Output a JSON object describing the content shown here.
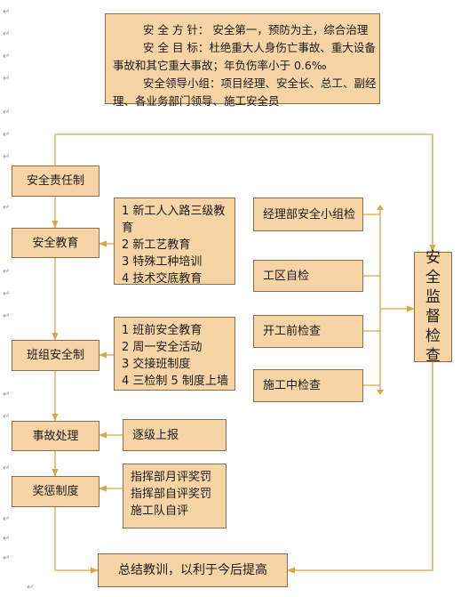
{
  "policy": {
    "line1": "安 全 方 针： 安全第一，预防为主，综合治理",
    "line2": "安 全 目 标：杜绝重大人身伤亡事故、重大设备",
    "line3": "事故和其它重大事故；年负伤率小于 0.6‰",
    "line4": "安全领导小组：项目经理、安全长、总工、副经",
    "line5": "理、各业务部门领导、施工安全员"
  },
  "left_column": [
    "安全责任制",
    "安全教育",
    "班组安全制",
    "事故处理",
    "奖惩制度"
  ],
  "education_items": [
    "1  新工人入路三级教",
    "育",
    "2 新工艺教育",
    "3 特殊工种培训",
    "4 技术交底教育"
  ],
  "team_items": [
    "1 班前安全教育",
    "2 周一安全活动",
    "3 交接班制度",
    "4 三检制 5 制度上墙"
  ],
  "report": "逐级上报",
  "reward_items": [
    "指挥部月评奖罚",
    "指挥部自评奖罚",
    "施工队自评"
  ],
  "checks": [
    "经理部安全小组检",
    "工区自检",
    "开工前检查",
    "施工中检查"
  ],
  "supervision": [
    "安",
    "全",
    "监",
    "督",
    "检",
    "查"
  ],
  "summary": "总结教训，以利于今后提高",
  "paragraph_mark": "↵"
}
